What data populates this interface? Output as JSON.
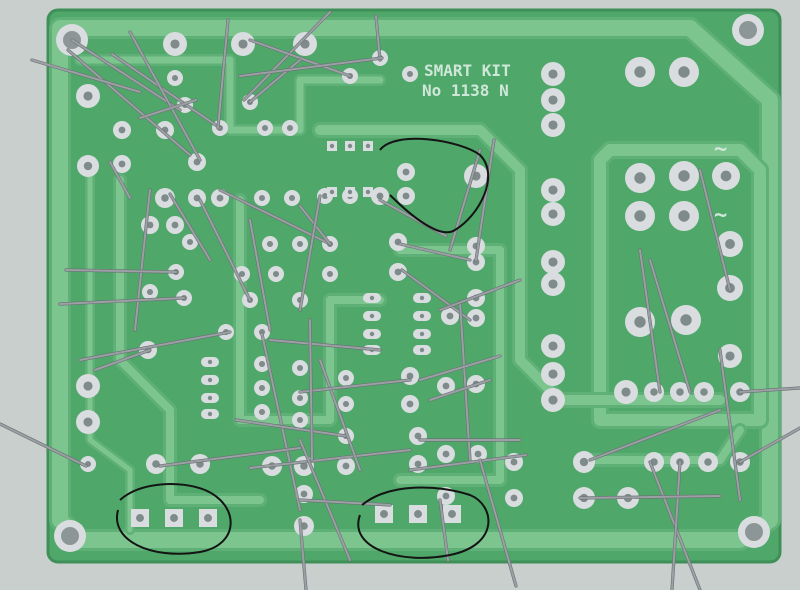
{
  "photo": {
    "subject": "PCB solder side",
    "silkscreen": {
      "brand": "SMART KIT",
      "model": "No 1138 N"
    },
    "symbols": {
      "ac_top": "~",
      "ac_bottom": "~"
    },
    "colors": {
      "background": "#c9cfcc",
      "board": "#4fa76a",
      "board_edge": "#3f8f58",
      "trace": "#7cc58e",
      "trace_edge": "#5fb077",
      "pad": "#d9dde0",
      "hole": "#7f8a8a",
      "lead": "#9aa0a4",
      "black_wire": "#141414"
    }
  }
}
